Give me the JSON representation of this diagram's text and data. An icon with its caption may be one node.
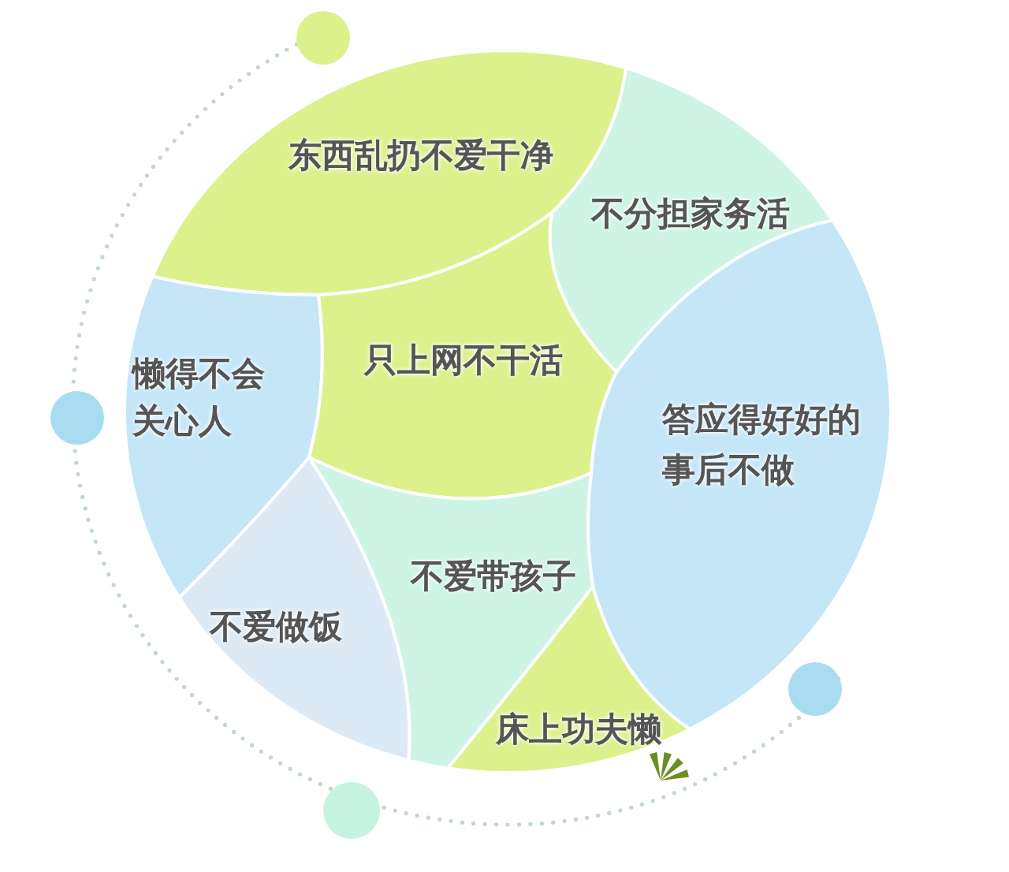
{
  "diagram": {
    "nodes": [
      {
        "text": [
          "东西乱扔不爱干净"
        ]
      },
      {
        "text": [
          "不分担家务活"
        ]
      },
      {
        "text": [
          "懒得不会关心人"
        ]
      },
      {
        "text": [
          "只上网不干活"
        ]
      },
      {
        "text": [
          "答应得好好的事后不做"
        ]
      },
      {
        "text": [
          "不爱带孩子"
        ]
      },
      {
        "text": [
          "不爱做饭"
        ]
      },
      {
        "text": [
          "床上功夫懒"
        ]
      }
    ]
  }
}
